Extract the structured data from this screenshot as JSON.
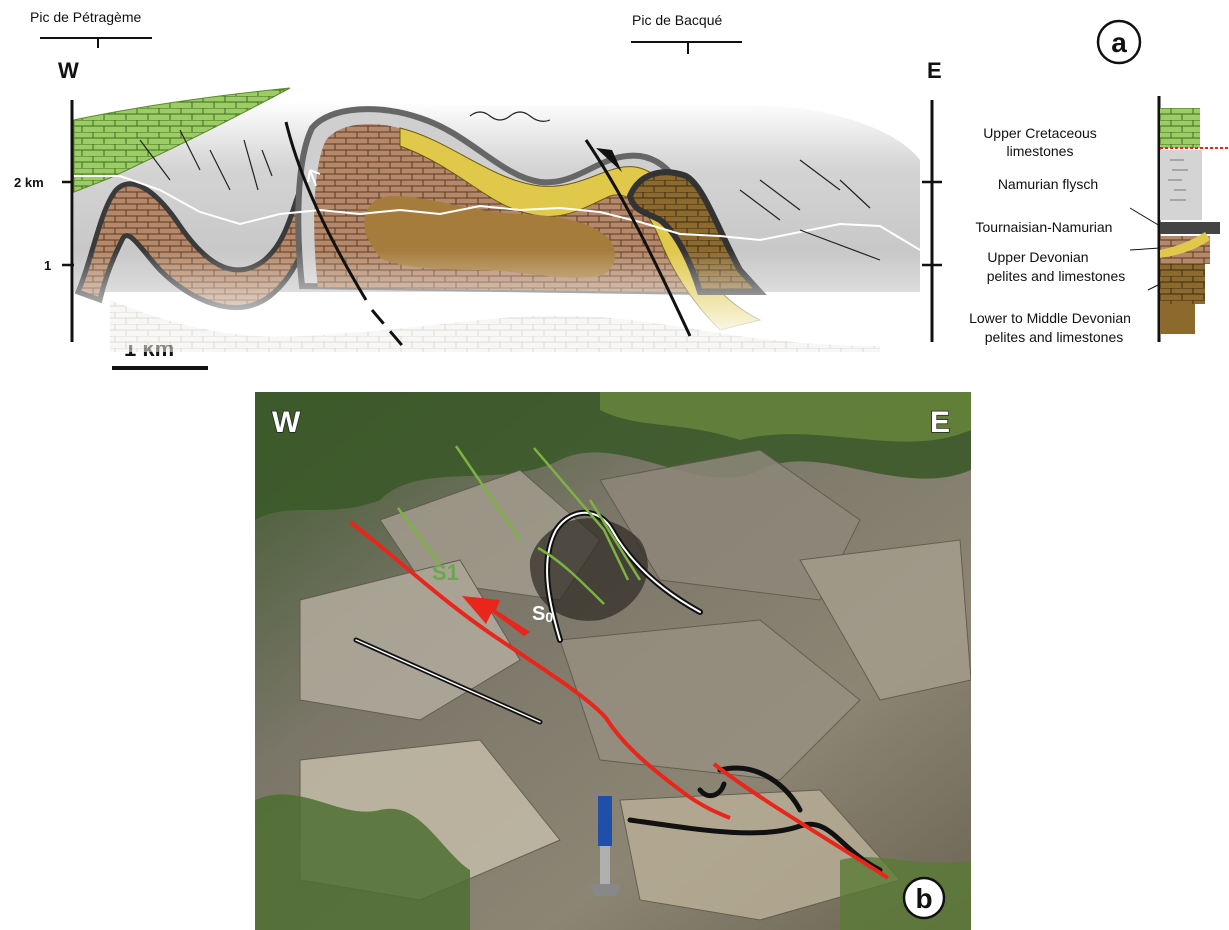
{
  "panel_a": {
    "peak_west": "Pic de Pétragème",
    "peak_east": "Pic de Bacqué",
    "compass_west": "W",
    "compass_east": "E",
    "panel_label": "a",
    "elevation_2km": "2 km",
    "elevation_1": "1",
    "scale_bar": "1 km",
    "legend": [
      {
        "line1": "Upper Cretaceous",
        "line2": "limestones",
        "color": "#8bc34a"
      },
      {
        "line1": "Namurian flysch",
        "line2": "",
        "color": "#d9d9d9"
      },
      {
        "line1": "Tournaisian-Namurian",
        "line2": "",
        "color": "#555555"
      },
      {
        "line1": "Upper Devonian",
        "line2": "pelites and limestones",
        "color": "#c9a98c"
      },
      {
        "line1": "Lower to Middle Devonian",
        "line2": "pelites and limestones",
        "color": "#a67c3d"
      }
    ]
  },
  "panel_b": {
    "compass_west": "W",
    "compass_east": "E",
    "panel_label": "b",
    "s1": "S1",
    "s0": "S",
    "s0_sub": "0"
  },
  "colors": {
    "cretaceous": "#8bc34a",
    "flysch": "#c8c8c8",
    "tournaisian": "#4a4a4a",
    "upper_devonian": "#b48868",
    "lower_devonian": "#8c6a2e",
    "yellow_band": "#e0c84a",
    "fault_red": "#e8261c",
    "s1_green": "#7cb342"
  }
}
